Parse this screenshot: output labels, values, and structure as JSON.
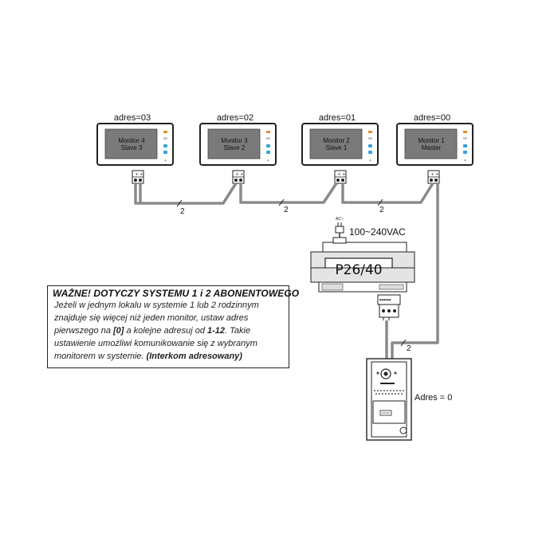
{
  "monitors": [
    {
      "address": "adres=03",
      "name": "Monitor 4",
      "role": "Slave 3"
    },
    {
      "address": "adres=02",
      "name": "Monitor 3",
      "role": "Slave 2"
    },
    {
      "address": "adres=01",
      "name": "Monitor 2",
      "role": "Slave 1"
    },
    {
      "address": "adres=00",
      "name": "Monitor 1",
      "role": "Master"
    }
  ],
  "wire_marks": [
    "2",
    "2",
    "2",
    "2"
  ],
  "power": {
    "ac_label": "AC~",
    "voltage": "100~240VAC",
    "unit_model": "P26/40"
  },
  "door_station": {
    "address_label": "Adres = 0"
  },
  "notice": {
    "title": "WAŻNE! DOTYCZY SYSTEMU 1 i 2 ABONENTOWEGO",
    "text_1": "Jeżeli w jednym lokalu w systemie 1 lub 2 rodzinnym znajduje się więcej niż jeden monitor, ustaw adres pierwszego na ",
    "bold_1": "[0]",
    "text_2": " a kolejne adresuj od ",
    "bold_2": "1-12",
    "text_3": ". Takie ustawienie umożliwi komunikowanie się z wybranym monitorem w systemie. ",
    "bold_3": "(Interkom adresowany)"
  },
  "colors": {
    "wire": "#8a8a8a",
    "screen": "#7a7a7a",
    "led_orange": "#e0902c",
    "led_blue": "#3aa0d8"
  }
}
